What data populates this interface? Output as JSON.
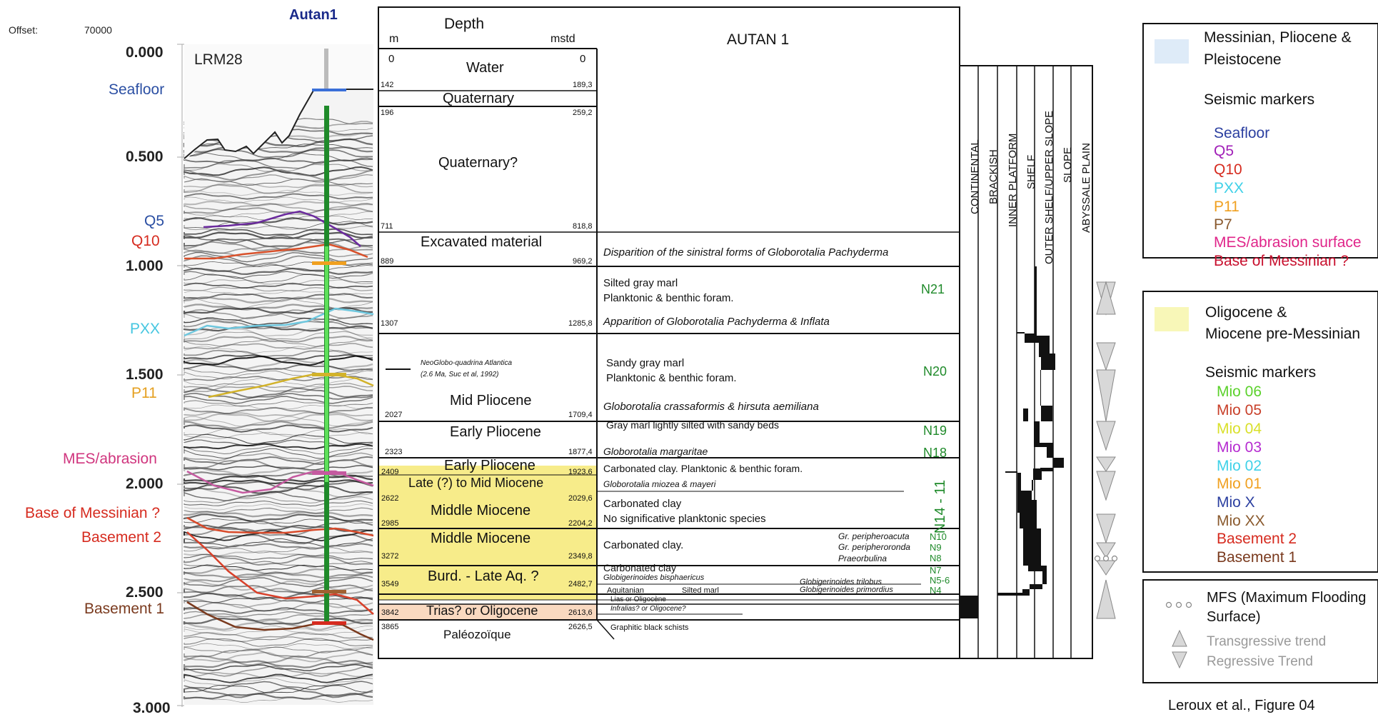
{
  "seismic": {
    "offset_label": "Offset:",
    "offset_value": "70000",
    "well_name": "Autan1",
    "line_name": "LRM28",
    "time_ticks": [
      "0.000",
      "0.500",
      "1.000",
      "1.500",
      "2.000",
      "2.500",
      "3.000"
    ],
    "horizon_labels": [
      {
        "text": "Seafloor",
        "color": "#2b4fa3"
      },
      {
        "text": "Q5",
        "color": "#2b4fa3"
      },
      {
        "text": "Q10",
        "color": "#d62b1f"
      },
      {
        "text": "PXX",
        "color": "#45c6e0"
      },
      {
        "text": "P11",
        "color": "#e5a021"
      },
      {
        "text": "MES/abrasion",
        "color": "#d0357e"
      },
      {
        "text": "Base of Messinian ?",
        "color": "#d62b1f"
      },
      {
        "text": "Basement 2",
        "color": "#d62b1f"
      },
      {
        "text": "Basement 1",
        "color": "#7a3a1e"
      }
    ]
  },
  "log": {
    "depth_title": "Depth",
    "unit_m": "m",
    "unit_mstd": "mstd",
    "well_title": "AUTAN 1",
    "units": [
      {
        "name": "Water",
        "top_m": "0",
        "top_mstd": "0",
        "base_m": "142",
        "base_mstd": "189,3"
      },
      {
        "name": "Quaternary",
        "base_m": "196",
        "base_mstd": "259,2"
      },
      {
        "name": "Quaternary?",
        "base_m": "711",
        "base_mstd": "818,8"
      },
      {
        "name": "Excavated material",
        "base_m": "889",
        "base_mstd": "969,2"
      },
      {
        "name": "",
        "base_m": "1307",
        "base_mstd": "1285,8"
      },
      {
        "name": "Mid Pliocene",
        "base_m": "2027",
        "base_mstd": "1709,4"
      },
      {
        "name": "Early Pliocene",
        "base_m": "2323",
        "base_mstd": "1877,4"
      },
      {
        "name": "Early Pliocene",
        "base_m": "2409",
        "base_mstd": "1923,6"
      },
      {
        "name": "Late (?) to Mid Miocene",
        "base_m": "",
        "base_mstd": ""
      },
      {
        "name": "Middle Miocene",
        "base_m": "2622",
        "base_mstd": "2029,6"
      },
      {
        "name": "Middle Miocene",
        "base_m": "2985",
        "base_mstd": "2204,2"
      },
      {
        "name": "Burd. - Late Aq. ?",
        "base_m": "3272",
        "base_mstd": "2349,8"
      },
      {
        "name": "",
        "base_m": "3549",
        "base_mstd": "2482,7"
      },
      {
        "name": "Trias? or Oligocene",
        "base_m": "3842",
        "base_mstd": "2613,6"
      },
      {
        "name": "Paléozoïque",
        "base_m": "3865",
        "base_mstd": "2626,5"
      }
    ],
    "neoglobo_line1": "NeoGlobo-quadrina Atlantica",
    "neoglobo_line2": "(2.6 Ma, Suc et al, 1992)",
    "descriptions": [
      "Disparition of the sinistral forms of Globorotalia Pachyderma",
      "Silted gray marl",
      "Planktonic & benthic foram.",
      "Apparition of Globorotalia Pachyderma & Inflata",
      "Sandy gray marl",
      "Planktonic & benthic foram.",
      "Globorotalia crassaformis & hirsuta aemiliana",
      "Gray marl lightly silted with sandy beds",
      "Globorotalia margaritae",
      "Carbonated clay. Planktonic & benthic foram.",
      "Globorotalia miozea & mayeri",
      "Carbonated clay",
      "No significative planktonic species",
      "Carbonated clay.",
      "Gr. peripheroacuta",
      "Gr. peripheroronda",
      "Praeorbulina",
      "Carbonated clay",
      "Globigerinoides bisphaericus",
      "Globigerinoides trilobus",
      "Globigerinoides primordius",
      "Aquitanian",
      "Silted marl",
      "Lias or Oligocène",
      "Infralias? or Oligocene?",
      "Graphitic black schists"
    ],
    "zones": [
      "N21",
      "N20",
      "N19",
      "N18",
      "N14 - 11",
      "N10",
      "N9",
      "N8",
      "N7",
      "N5-6",
      "N4"
    ]
  },
  "environments": [
    "CONTINENTAL",
    "BRACKISH",
    "INNER PLATFORM",
    "SHELF",
    "OUTER SHELF/UPPER SLOPE",
    "SLOPE",
    "ABYSSALE  PLAIN"
  ],
  "legend1": {
    "title_line1": "Messinian, Pliocene &",
    "title_line2": "Pleistocene",
    "swatch": "#deebf8",
    "markers_title": "Seismic markers",
    "markers": [
      {
        "text": "Seafloor",
        "color": "#2b3fa0"
      },
      {
        "text": "Q5",
        "color": "#a11fb8"
      },
      {
        "text": "Q10",
        "color": "#d62b1f"
      },
      {
        "text": "PXX",
        "color": "#3fd1e8"
      },
      {
        "text": "P11",
        "color": "#f0a020"
      },
      {
        "text": "P7",
        "color": "#8a5a2e"
      },
      {
        "text": "MES/abrasion surface",
        "color": "#e0258a"
      },
      {
        "text": "Base of Messinian ?",
        "color": "#c8102e"
      }
    ]
  },
  "legend2": {
    "title_line1": "Oligocene &",
    "title_line2": "Miocene pre-Messinian",
    "swatch": "#f8f7b8",
    "markers_title": "Seismic markers",
    "markers": [
      {
        "text": "Mio 06",
        "color": "#5bd12b"
      },
      {
        "text": "Mio 05",
        "color": "#c8402a"
      },
      {
        "text": "Mio 04",
        "color": "#d9e02a"
      },
      {
        "text": "Mio 03",
        "color": "#b52bd0"
      },
      {
        "text": "Mio 02",
        "color": "#3fd1e8"
      },
      {
        "text": "Mio 01",
        "color": "#f0a020"
      },
      {
        "text": "Mio X",
        "color": "#2b3fa0"
      },
      {
        "text": "Mio XX",
        "color": "#8a5a2e"
      },
      {
        "text": "Basement 2",
        "color": "#d62b1f"
      },
      {
        "text": "Basement 1",
        "color": "#7a3a1e"
      }
    ]
  },
  "legend3": {
    "mfs_line1": "MFS (Maximum Flooding",
    "mfs_line2": "Surface)",
    "transgressive": "Transgressive trend",
    "regressive": "Regressive Trend"
  },
  "caption": "Leroux et al., Figure 04"
}
